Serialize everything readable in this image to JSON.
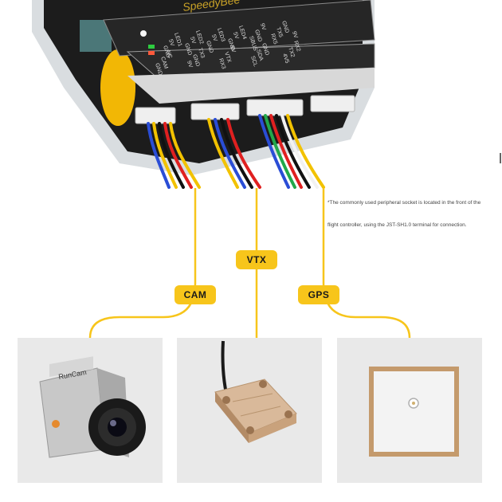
{
  "board": {
    "brand": "SpeedyBee",
    "top_pins": [
      "GND",
      "5V",
      "LED1",
      "GND",
      "5V",
      "LED2",
      "GND",
      "5V",
      "LED3",
      "GND",
      "5V",
      "LED4",
      "SBUS",
      "GND",
      "9V",
      "RX5",
      "TX5",
      "GND",
      "9V"
    ],
    "bottom_pins": [
      "GND",
      "CAM",
      "NC",
      "9V",
      "GND",
      "TX3",
      "RX3",
      "VTX",
      "9V",
      "SCL",
      "SDA",
      "GND",
      "4V5",
      "TX2",
      "RX2"
    ]
  },
  "note": {
    "line1": "*The commonly used peripheral socket is located in the front of the",
    "line2": "flight controller, using the JST-SH1.0 terminal for connection."
  },
  "labels": {
    "cam": "CAM",
    "vtx": "VTX",
    "gps": "GPS"
  },
  "camera": {
    "brand_text": "RunCam"
  },
  "colors": {
    "accent": "#f7c51b",
    "panel_bg": "#e9e9e9",
    "board": "#1c1c1c",
    "gps_patch": "#c49a6c"
  }
}
